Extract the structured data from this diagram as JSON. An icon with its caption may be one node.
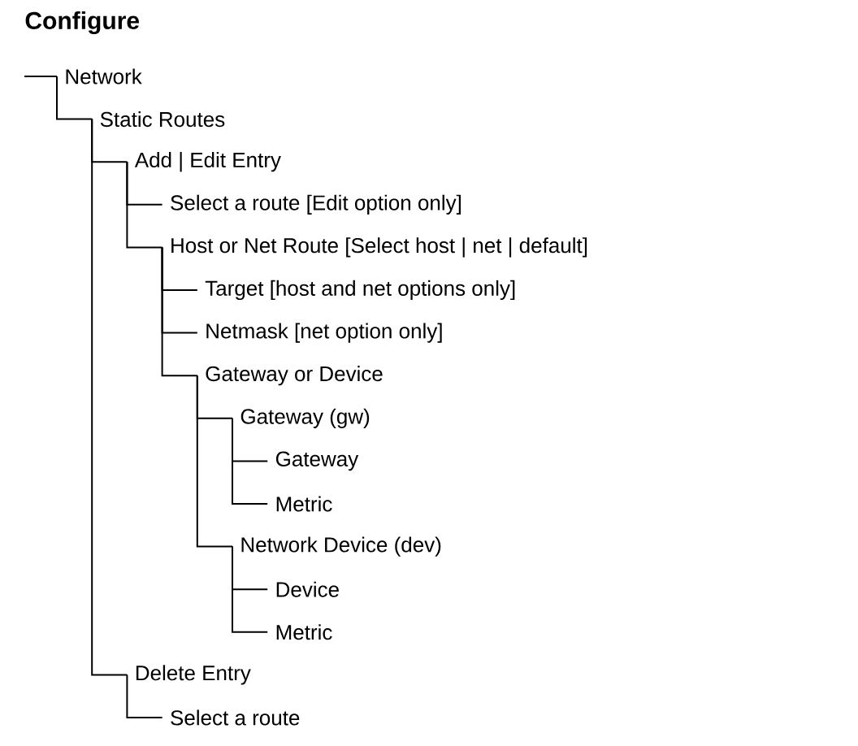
{
  "diagram": {
    "title": "Configure",
    "nodes": [
      {
        "text": [
          "Network"
        ]
      },
      {
        "text": [
          "Static Routes"
        ]
      },
      {
        "text": [
          "Add | Edit Entry"
        ]
      },
      {
        "text": [
          "Select a route [Edit option only]"
        ]
      },
      {
        "text": [
          "Host or Net Route [Select host | net | default]"
        ]
      },
      {
        "text": [
          "Target [host and net options only]"
        ]
      },
      {
        "text": [
          "Netmask [net option only]"
        ]
      },
      {
        "text": [
          "Gateway or Device"
        ]
      },
      {
        "text": [
          "Gateway (gw)"
        ]
      },
      {
        "text": [
          "Gateway"
        ]
      },
      {
        "text": [
          "Metric"
        ]
      },
      {
        "text": [
          "Network Device (dev)"
        ]
      },
      {
        "text": [
          "Device"
        ]
      },
      {
        "text": [
          "Metric"
        ]
      },
      {
        "text": [
          "Delete Entry"
        ]
      },
      {
        "text": [
          "Select a route"
        ]
      }
    ],
    "edges": [
      {
        "from": null,
        "to": 0,
        "arrow": "none"
      },
      {
        "from": 0,
        "to": 1,
        "arrow": "none"
      },
      {
        "from": 1,
        "to": 2,
        "arrow": "none"
      },
      {
        "from": 2,
        "to": 3,
        "arrow": "none"
      },
      {
        "from": 2,
        "to": 4,
        "arrow": "none"
      },
      {
        "from": 4,
        "to": 5,
        "arrow": "none"
      },
      {
        "from": 4,
        "to": 6,
        "arrow": "none"
      },
      {
        "from": 4,
        "to": 7,
        "arrow": "none"
      },
      {
        "from": 7,
        "to": 8,
        "arrow": "none"
      },
      {
        "from": 8,
        "to": 9,
        "arrow": "none"
      },
      {
        "from": 8,
        "to": 10,
        "arrow": "none"
      },
      {
        "from": 7,
        "to": 11,
        "arrow": "none"
      },
      {
        "from": 11,
        "to": 12,
        "arrow": "none"
      },
      {
        "from": 11,
        "to": 13,
        "arrow": "none"
      },
      {
        "from": 1,
        "to": 14,
        "arrow": "none"
      },
      {
        "from": 14,
        "to": 15,
        "arrow": "none"
      }
    ]
  }
}
